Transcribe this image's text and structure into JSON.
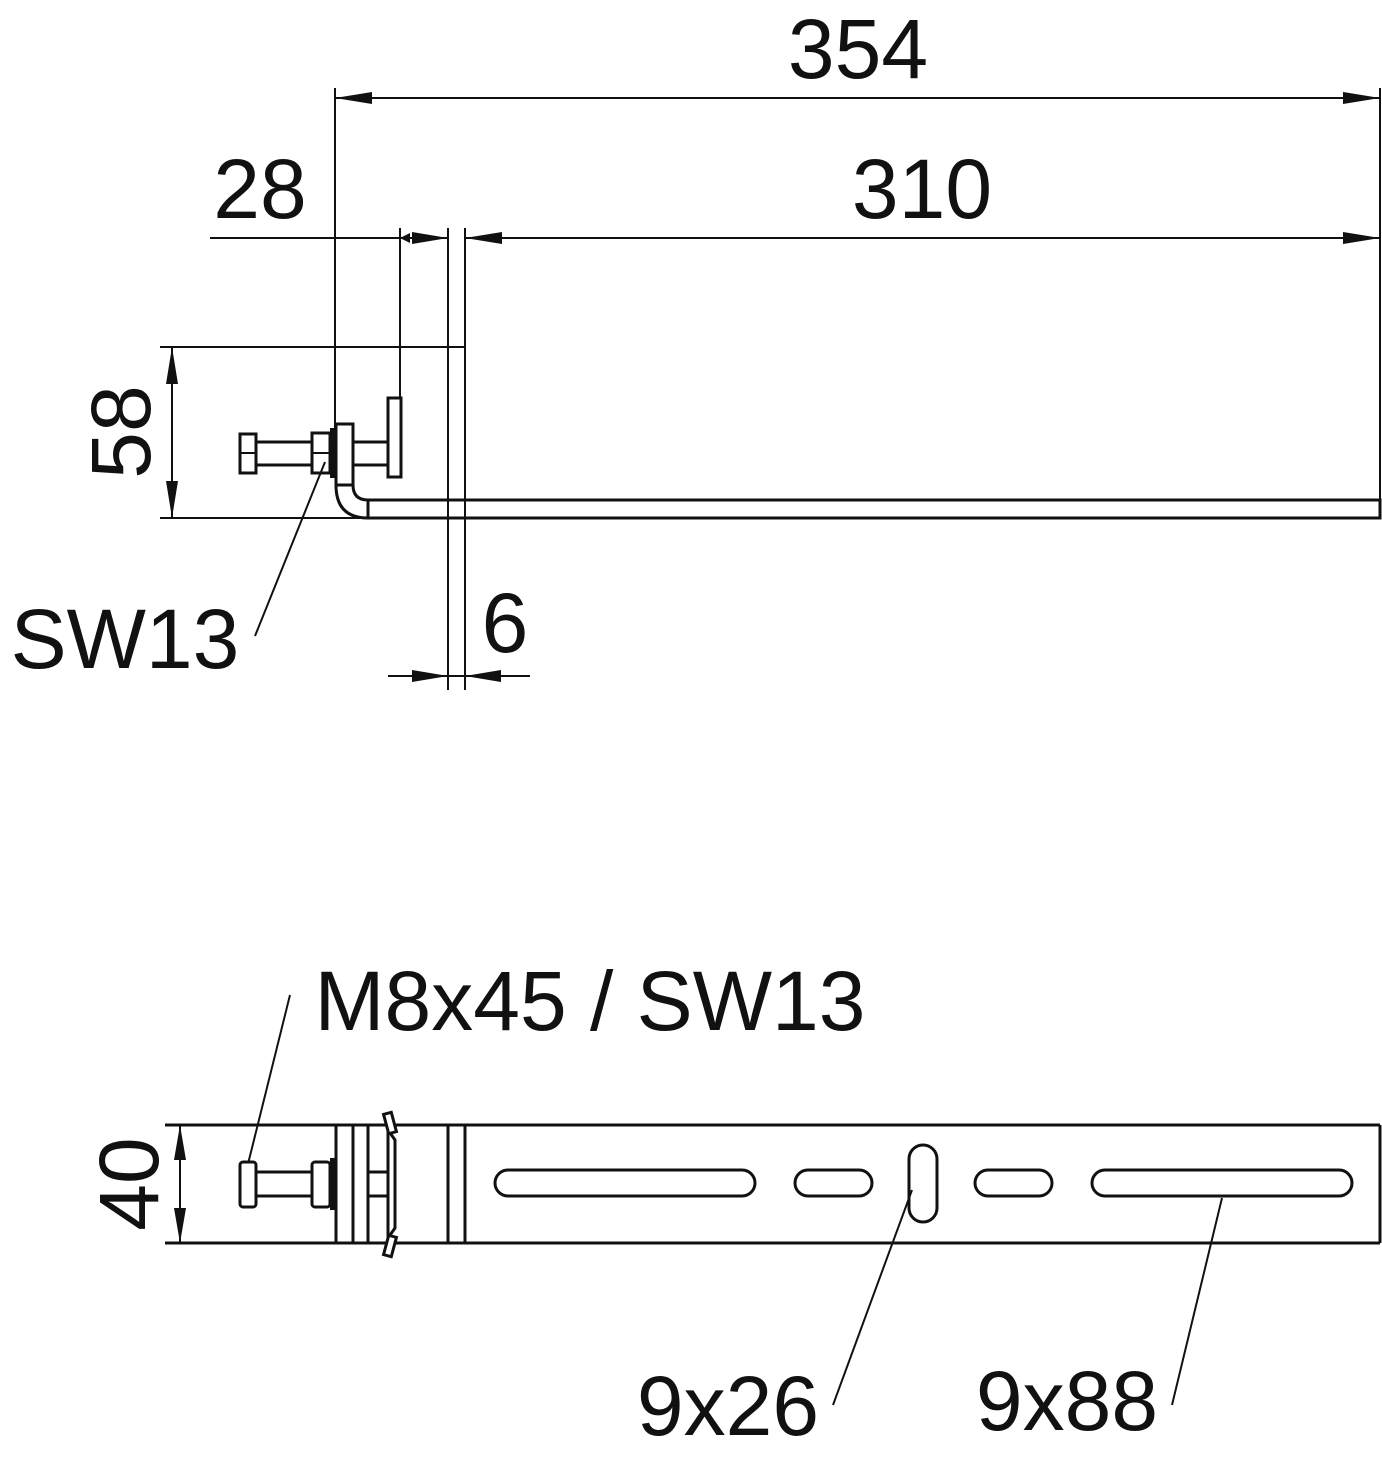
{
  "top_view": {
    "dim_overall": "354",
    "dim_inner": "310",
    "dim_offset": "28",
    "dim_height": "58",
    "dim_thickness": "6",
    "label_wrench": "SW13"
  },
  "bottom_view": {
    "label_bolt": "M8x45 / SW13",
    "dim_width": "40",
    "label_short_slot": "9x26",
    "label_long_slot": "9x88"
  }
}
